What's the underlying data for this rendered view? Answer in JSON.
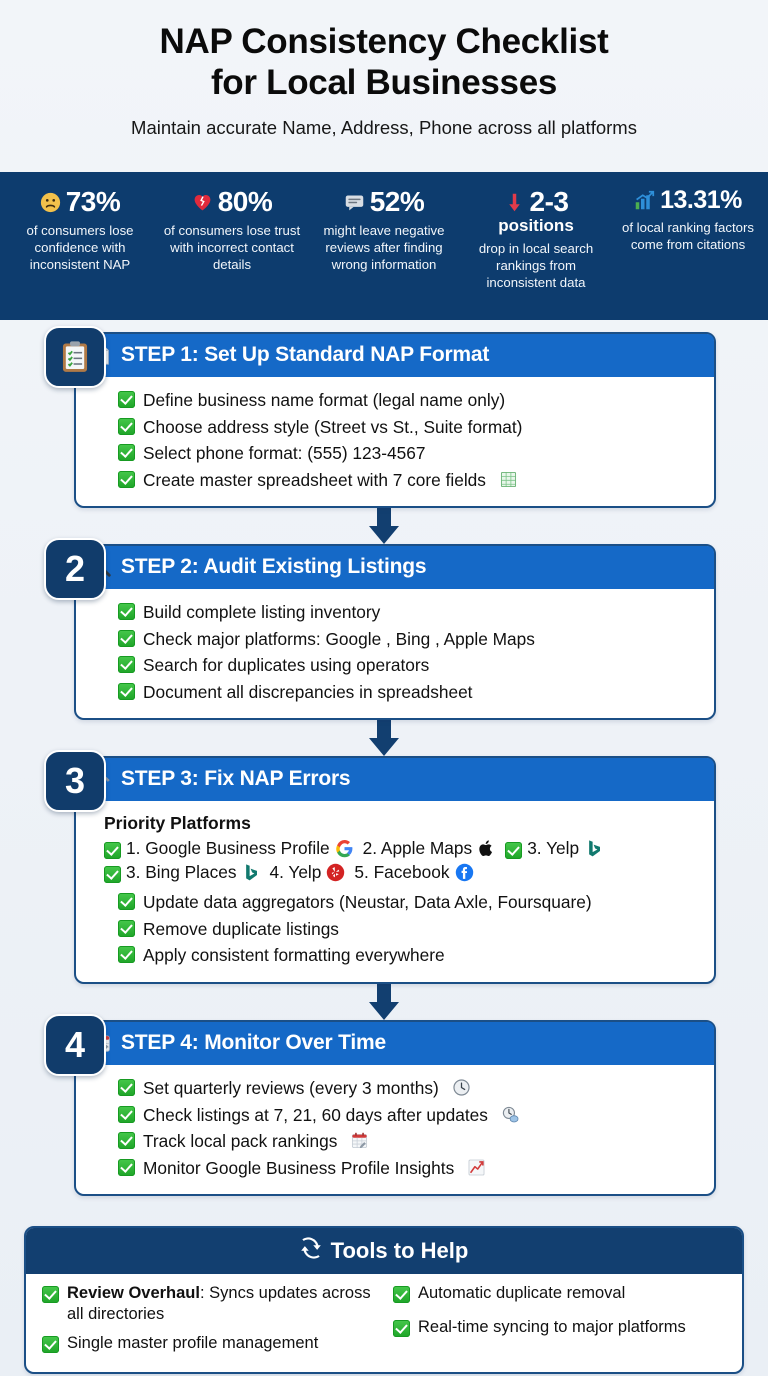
{
  "header": {
    "title_line1": "NAP Consistency Checklist",
    "title_line2": "for Local Businesses",
    "subtitle": "Maintain accurate Name, Address, Phone across all platforms"
  },
  "stats": [
    {
      "icon": "frowning-face-icon",
      "value": "73%",
      "unit": "",
      "desc": "of consumers lose confidence with inconsistent NAP"
    },
    {
      "icon": "broken-heart-icon",
      "value": "80%",
      "unit": "",
      "desc": "of consumers lose trust with incorrect contact details"
    },
    {
      "icon": "speech-balloon-icon",
      "value": "52%",
      "unit": "",
      "desc": "might leave negative reviews after finding wrong information"
    },
    {
      "icon": "down-arrow-icon",
      "value": "2-3",
      "unit": "positions",
      "desc": "drop in local search rankings from inconsistent data"
    },
    {
      "icon": "bar-chart-icon",
      "value": "13.31%",
      "unit": "",
      "desc": "of local ranking factors come from citations"
    }
  ],
  "steps": [
    {
      "badge": "clipboard",
      "badge_icon": "clipboard-icon",
      "head_icon": "document-icon",
      "title": "STEP 1: Set Up Standard NAP Format",
      "items": [
        {
          "text": "Define business name format (legal name only)",
          "trailing_icon": ""
        },
        {
          "text": "Choose address style (Street vs St., Suite format)",
          "trailing_icon": ""
        },
        {
          "text": "Select phone format: (555) 123-4567",
          "trailing_icon": ""
        },
        {
          "text": "Create master spreadsheet with 7 core fields",
          "trailing_icon": "spreadsheet-icon"
        }
      ]
    },
    {
      "badge": "2",
      "badge_icon": "",
      "head_icon": "magnifying-glass-icon",
      "title": "STEP 2: Audit Existing Listings",
      "items": [
        {
          "text": "Build complete listing inventory",
          "trailing_icon": ""
        },
        {
          "text": "Check major platforms: Google , Bing , Apple Maps ",
          "trailing_icon": "platform-logos"
        },
        {
          "text": "Search for duplicates using operators",
          "trailing_icon": ""
        },
        {
          "text": "Document all discrepancies in spreadsheet",
          "trailing_icon": ""
        }
      ]
    },
    {
      "badge": "3",
      "badge_icon": "",
      "head_icon": "hammer-and-wrench-icon",
      "title": "STEP 3: Fix NAP Errors",
      "subheading": "Priority Platforms",
      "platforms_row1": [
        {
          "checked": true,
          "label": "1. Google Business Profile",
          "logo": "google-logo"
        },
        {
          "checked": false,
          "label": "2. Apple Maps",
          "logo": "apple-logo"
        },
        {
          "checked": true,
          "label": "3. Yelp",
          "logo": "bing-logo"
        }
      ],
      "platforms_row2": [
        {
          "checked": true,
          "label": "3. Bing Places",
          "logo": "bing-logo"
        },
        {
          "checked": false,
          "label": "4. Yelp",
          "logo": "yelp-logo"
        },
        {
          "checked": false,
          "label": "5. Facebook",
          "logo": "facebook-logo"
        }
      ],
      "items": [
        {
          "text": "Update data aggregators (Neustar, Data Axle, Foursquare)",
          "trailing_icon": ""
        },
        {
          "text": "Remove duplicate listings",
          "trailing_icon": ""
        },
        {
          "text": "Apply consistent formatting everywhere",
          "trailing_icon": ""
        }
      ]
    },
    {
      "badge": "4",
      "badge_icon": "",
      "head_icon": "calendar-icon",
      "title": "STEP 4: Monitor Over Time",
      "items": [
        {
          "text": "Set quarterly reviews (every 3 months)",
          "trailing_icon": "clock-icon"
        },
        {
          "text": "Check listings at 7, 21, 60 days after updates",
          "trailing_icon": "alarm-clock-icon"
        },
        {
          "text": "Track local pack rankings",
          "trailing_icon": "calendar-icon"
        },
        {
          "text": "Monitor Google Business Profile Insights",
          "trailing_icon": "chart-increasing-icon"
        }
      ]
    }
  ],
  "tools": {
    "icon": "sync-arrows-icon",
    "title": "Tools to Help",
    "left": [
      {
        "bold": "Review Overhaul",
        "text": ": Syncs updates across all directories"
      },
      {
        "bold": "",
        "text": "Single master profile management"
      }
    ],
    "right": [
      {
        "bold": "",
        "text": "Automatic duplicate removal"
      },
      {
        "bold": "",
        "text": "Real-time syncing to major platforms"
      }
    ]
  },
  "colors": {
    "navy": "#0d3c6e",
    "card_blue": "#1569c7",
    "border": "#1b4f86",
    "check_green": "#1ea428",
    "background": "#eef2f7"
  }
}
